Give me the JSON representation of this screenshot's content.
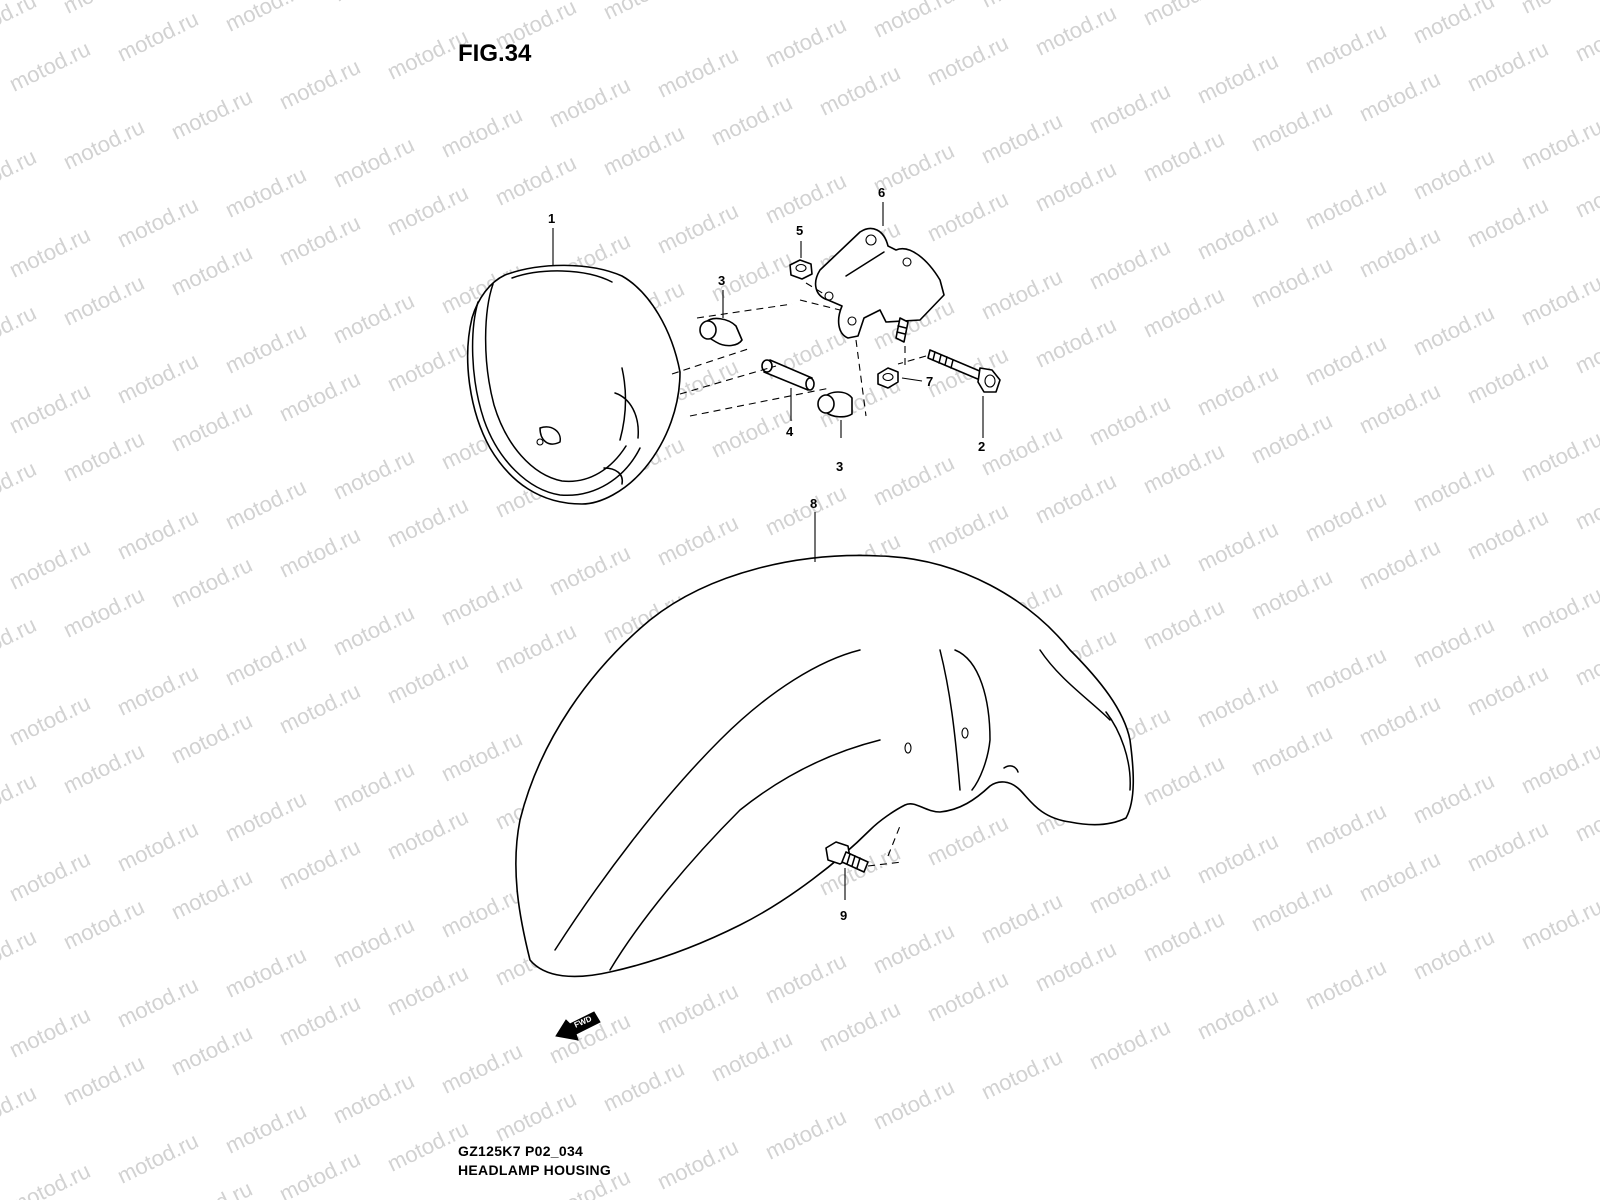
{
  "figure": {
    "title": "FIG.34"
  },
  "watermark": {
    "text": "motod.ru",
    "color": "#d2d2d2"
  },
  "caption": {
    "model_code": "GZ125K7 P02_034",
    "section_title": "HEADLAMP HOUSING"
  },
  "callouts": [
    {
      "id": "1",
      "label": "1"
    },
    {
      "id": "2",
      "label": "2"
    },
    {
      "id": "3a",
      "label": "3"
    },
    {
      "id": "3b",
      "label": "3"
    },
    {
      "id": "4",
      "label": "4"
    },
    {
      "id": "5",
      "label": "5"
    },
    {
      "id": "6",
      "label": "6"
    },
    {
      "id": "7",
      "label": "7"
    },
    {
      "id": "8",
      "label": "8"
    },
    {
      "id": "9",
      "label": "9"
    }
  ],
  "fwd_arrow": {
    "label": "FWD"
  }
}
